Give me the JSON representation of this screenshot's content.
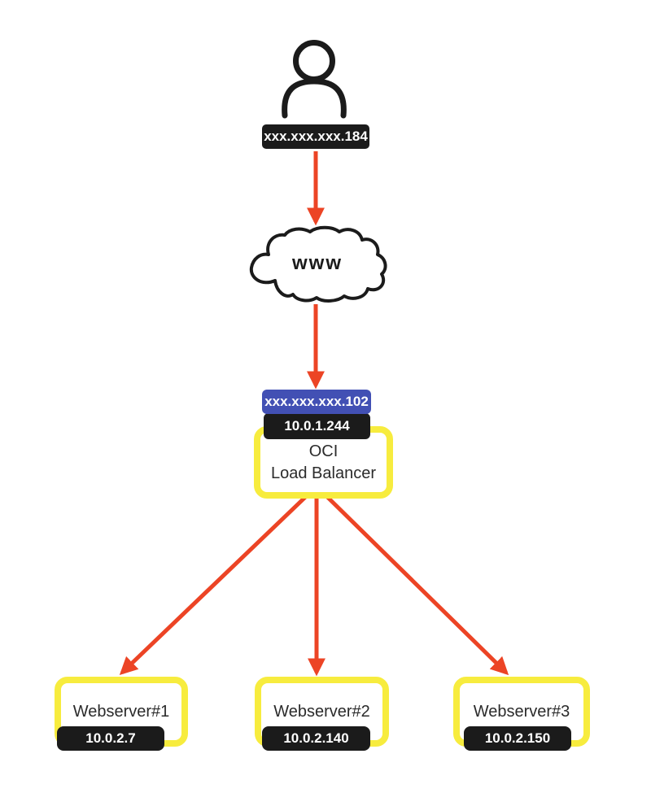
{
  "user": {
    "ip_label": "xxx.xxx.xxx.184"
  },
  "internet": {
    "label": "www"
  },
  "load_balancer": {
    "public_ip": "xxx.xxx.xxx.102",
    "private_ip": "10.0.1.244",
    "name_line1": "OCI",
    "name_line2": "Load Balancer"
  },
  "webservers": [
    {
      "name": "Webserver#1",
      "ip": "10.0.2.7"
    },
    {
      "name": "Webserver#2",
      "ip": "10.0.2.140"
    },
    {
      "name": "Webserver#3",
      "ip": "10.0.2.150"
    }
  ],
  "icons": {
    "user": "person-outline-icon",
    "internet": "cloud-outline-icon",
    "connectors": "orange-red-arrows"
  },
  "colors": {
    "arrow": "#ec4425",
    "public_ip_badge": "#4250b4",
    "ip_badge": "#1b1b1b",
    "node_border": "#f7ec3e",
    "node_fill": "#ffffff",
    "background": "#ffffff"
  }
}
